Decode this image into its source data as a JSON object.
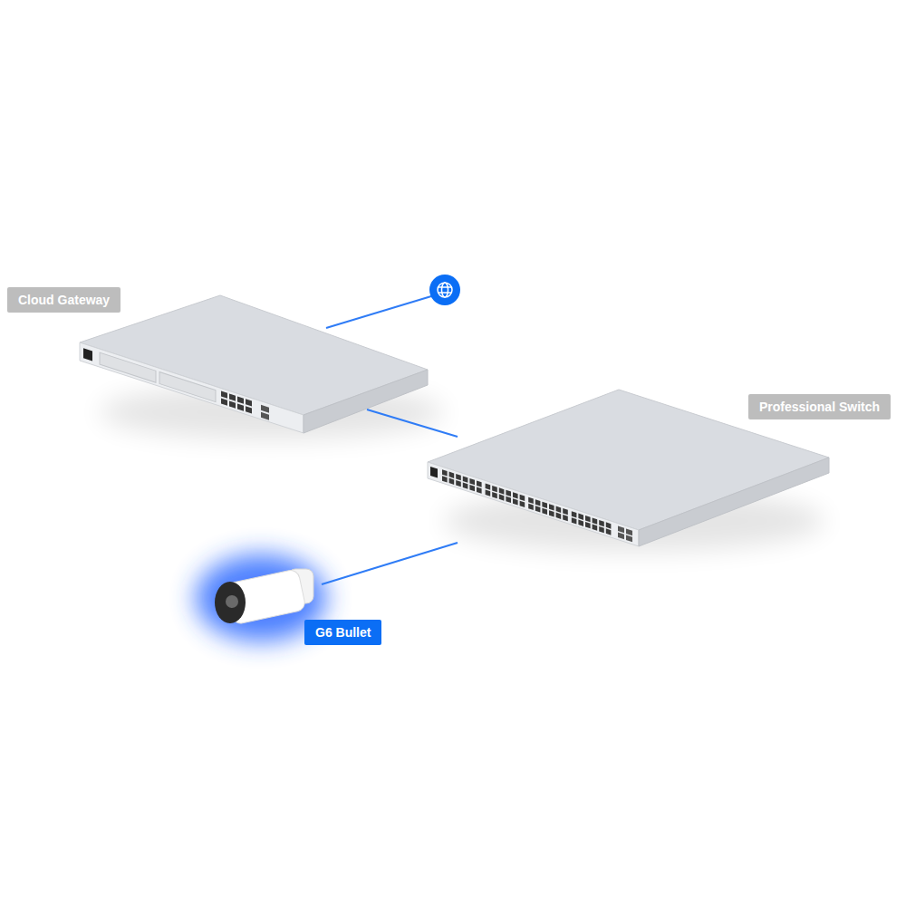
{
  "diagram": {
    "nodes": [
      {
        "text": [
          "Cloud Gateway"
        ]
      },
      {
        "text": [
          "Professional Switch"
        ]
      },
      {
        "text": [
          "G6 Bullet"
        ]
      }
    ],
    "edges": [
      {
        "from": 0,
        "to": 1,
        "arrow": "none"
      },
      {
        "from": 1,
        "to": 2,
        "arrow": "none"
      }
    ]
  }
}
